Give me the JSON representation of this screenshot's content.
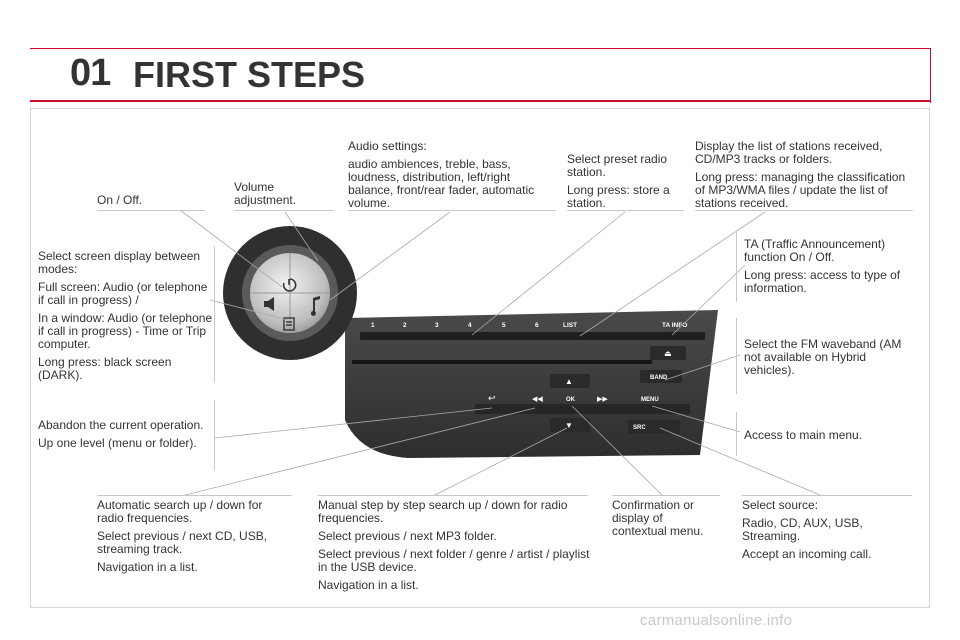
{
  "header": {
    "chapter_number": "01",
    "chapter_title": "FIRST STEPS"
  },
  "callouts": {
    "on_off": [
      "On / Off."
    ],
    "volume": [
      "Volume adjustment."
    ],
    "audio_settings": [
      "Audio settings:",
      "audio ambiences, treble, bass, loudness, distribution, left/right balance, front/rear fader, automatic volume."
    ],
    "preset": [
      "Select preset radio station.",
      "Long press: store a station."
    ],
    "list": [
      "Display the list of stations received, CD/MP3 tracks or folders.",
      "Long press: managing the classification of MP3/WMA files / update the list of stations received."
    ],
    "screen": [
      "Select screen display between modes:",
      "Full screen: Audio (or telephone if call in progress) /",
      "In a window: Audio (or telephone if call in progress) - Time or Trip computer.",
      "Long press: black screen (DARK)."
    ],
    "ta": [
      "TA (Traffic Announcement) function On / Off.",
      "Long press: access to type of information."
    ],
    "band": [
      "Select the FM waveband (AM not available on Hybrid vehicles)."
    ],
    "abandon": [
      "Abandon the current operation.",
      "Up one level (menu or folder)."
    ],
    "menu": [
      "Access to main menu."
    ],
    "auto_search": [
      "Automatic search up / down for radio frequencies.",
      "Select previous / next CD, USB, streaming track.",
      "Navigation in a list."
    ],
    "manual": [
      "Manual step by step search up / down for radio frequencies.",
      "Select previous / next MP3 folder.",
      "Select previous / next folder / genre / artist / playlist in the USB device.",
      "Navigation in a list."
    ],
    "confirm": [
      "Confirmation or display of contextual menu."
    ],
    "source": [
      "Select source:",
      "Radio, CD, AUX, USB, Streaming.",
      "Accept an incoming call."
    ]
  },
  "panel": {
    "presets": [
      "1",
      "2",
      "3",
      "4",
      "5",
      "6"
    ],
    "list_label": "LIST",
    "ta_label": "TA INFO",
    "band_label": "BAND",
    "ok_label": "OK",
    "menu_label": "MENU",
    "src_label": "SRC"
  },
  "footer": {
    "watermark": "carmanualsonline.info"
  },
  "colors": {
    "accent": "#c8102e",
    "panel": "#3a3a3a",
    "text": "#333333"
  }
}
